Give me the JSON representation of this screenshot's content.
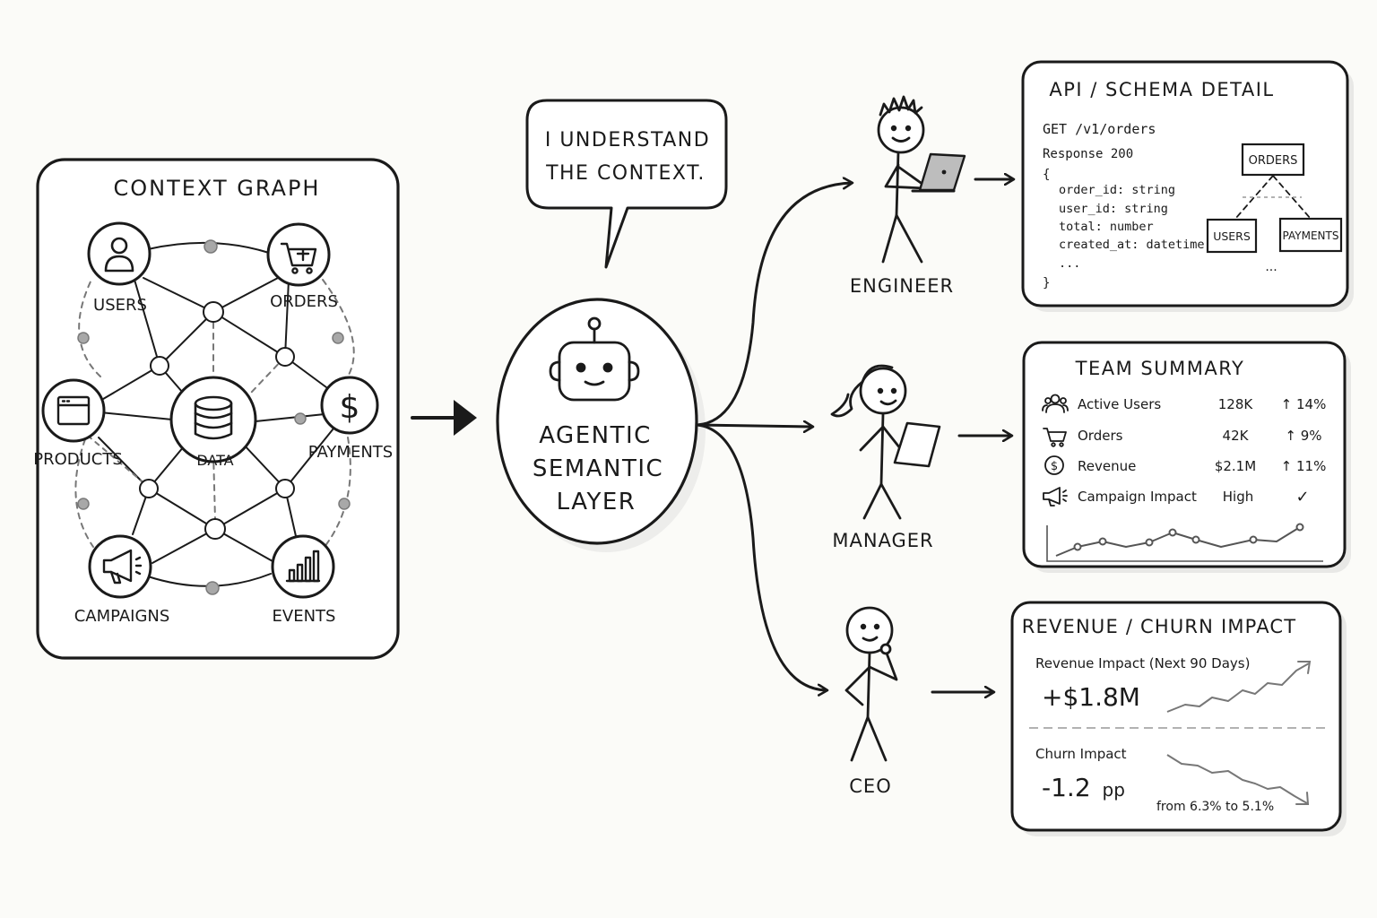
{
  "context_graph": {
    "title": "CONTEXT GRAPH",
    "center": "DATA",
    "nodes": {
      "users": "USERS",
      "orders": "ORDERS",
      "products": "PRODUCTS",
      "payments": "PAYMENTS",
      "campaigns": "CAMPAIGNS",
      "events": "EVENTS"
    }
  },
  "agent": {
    "speech_line1": "I UNDERSTAND",
    "speech_line2": "THE CONTEXT.",
    "label_line1": "AGENTIC",
    "label_line2": "SEMANTIC",
    "label_line3": "LAYER"
  },
  "personas": {
    "engineer": "ENGINEER",
    "manager": "MANAGER",
    "ceo": "CEO"
  },
  "api_panel": {
    "title": "API / SCHEMA DETAIL",
    "endpoint": "GET /v1/orders",
    "response": "Response 200",
    "open_brace": "{",
    "fields": [
      "order_id: string",
      "user_id: string",
      "total: number",
      "created_at: datetime",
      "..."
    ],
    "close_brace": "}",
    "schema_root": "ORDERS",
    "schema_left": "USERS",
    "schema_right": "PAYMENTS",
    "schema_more": "..."
  },
  "team_panel": {
    "title": "TEAM SUMMARY",
    "rows": [
      {
        "icon": "users-icon",
        "label": "Active Users",
        "value": "128K",
        "change": "↑ 14%"
      },
      {
        "icon": "cart-icon",
        "label": "Orders",
        "value": "42K",
        "change": "↑ 9%"
      },
      {
        "icon": "dollar-icon",
        "label": "Revenue",
        "value": "$2.1M",
        "change": "↑ 11%"
      },
      {
        "icon": "megaphone-icon",
        "label": "Campaign Impact",
        "value": "High",
        "change": "✓"
      }
    ]
  },
  "revenue_panel": {
    "title": "REVENUE / CHURN IMPACT",
    "revenue_label": "Revenue Impact (Next 90 Days)",
    "revenue_value": "+$1.8M",
    "churn_label": "Churn Impact",
    "churn_value": "-1.2",
    "churn_unit": "pp",
    "churn_note": "from 6.3% to 5.1%"
  }
}
